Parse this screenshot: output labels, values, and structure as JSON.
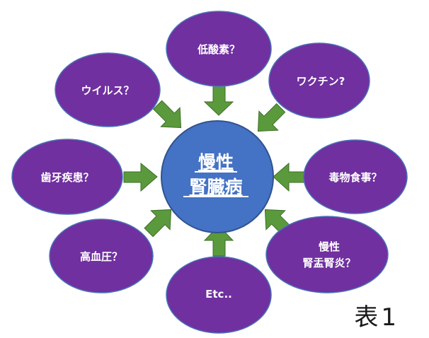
{
  "colors": {
    "oval_fill": "#70309f",
    "oval_stroke": "#4a72b8",
    "center_fill": "#4472c4",
    "center_stroke": "#31538f",
    "arrow_fill": "#5a9a3c",
    "arrow_stroke": "#3e6e28"
  },
  "center": {
    "line1": "慢性",
    "line2": "腎臓病"
  },
  "causes": {
    "top": "低酸素？",
    "top_right": "ワクチン?",
    "right": "毒物食事？",
    "bottom_right_line1": "慢性",
    "bottom_right_line2": "腎盂腎炎？",
    "bottom": "Etc..",
    "bottom_left": "高血圧？",
    "left": "歯牙疾患？",
    "top_left": "ウイルス？"
  },
  "caption": "表1"
}
